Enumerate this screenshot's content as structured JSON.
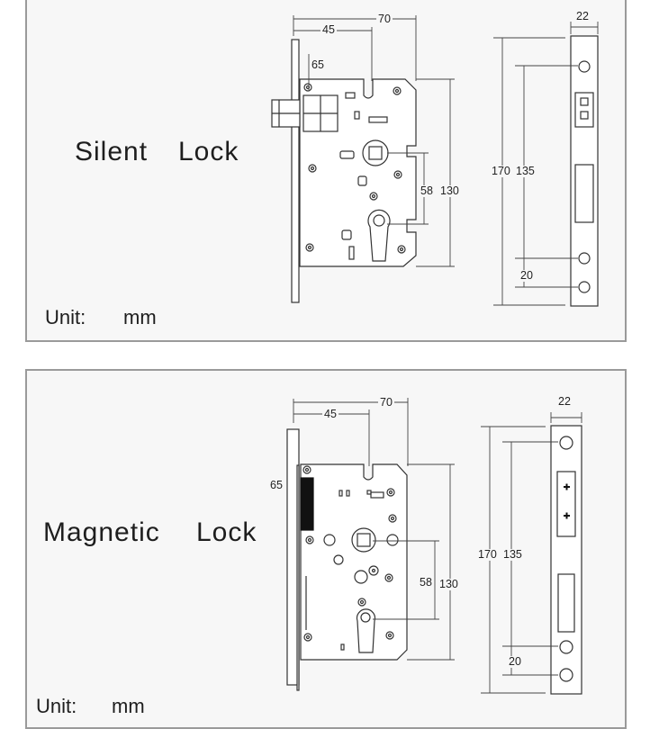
{
  "top": {
    "title_name": "Silent",
    "title_word": "Lock",
    "unit_label": "Unit:",
    "unit_value": "mm",
    "dims": {
      "w45": "45",
      "w70": "70",
      "h65": "65",
      "h58": "58",
      "h130": "130",
      "faceplate_width": "22",
      "faceplate_h170": "170",
      "faceplate_h135": "135",
      "faceplate_h20": "20"
    }
  },
  "bottom": {
    "title_name": "Magnetic",
    "title_word": "Lock",
    "unit_label": "Unit:",
    "unit_value": "mm",
    "dims": {
      "w45": "45",
      "w70": "70",
      "h65": "65",
      "h58": "58",
      "h130": "130",
      "faceplate_width": "22",
      "faceplate_h170": "170",
      "faceplate_h135": "135",
      "faceplate_h20": "20"
    }
  },
  "colors": {
    "panel_bg": "#f7f7f7",
    "panel_border": "#9a9a9a",
    "line": "#333333",
    "latch": "#111111"
  }
}
